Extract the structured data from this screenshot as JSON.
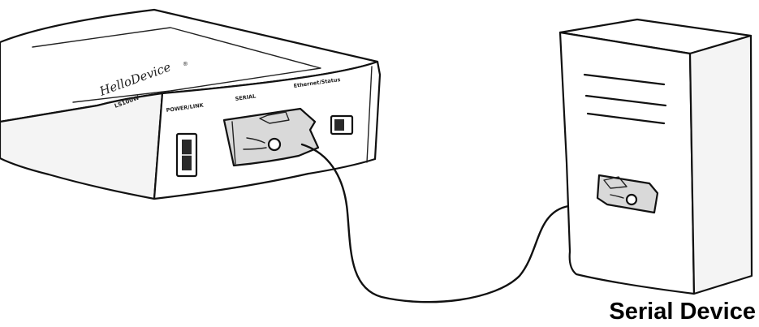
{
  "hello_device_unit": {
    "brand": "HelloDevice",
    "brand_mark": "®",
    "model": "LS100W",
    "ports": {
      "power": "POWER/LINK",
      "serial": "SERIAL",
      "ethernet": "Ethernet/Status"
    }
  },
  "serial_device": {
    "caption": "Serial Device"
  }
}
